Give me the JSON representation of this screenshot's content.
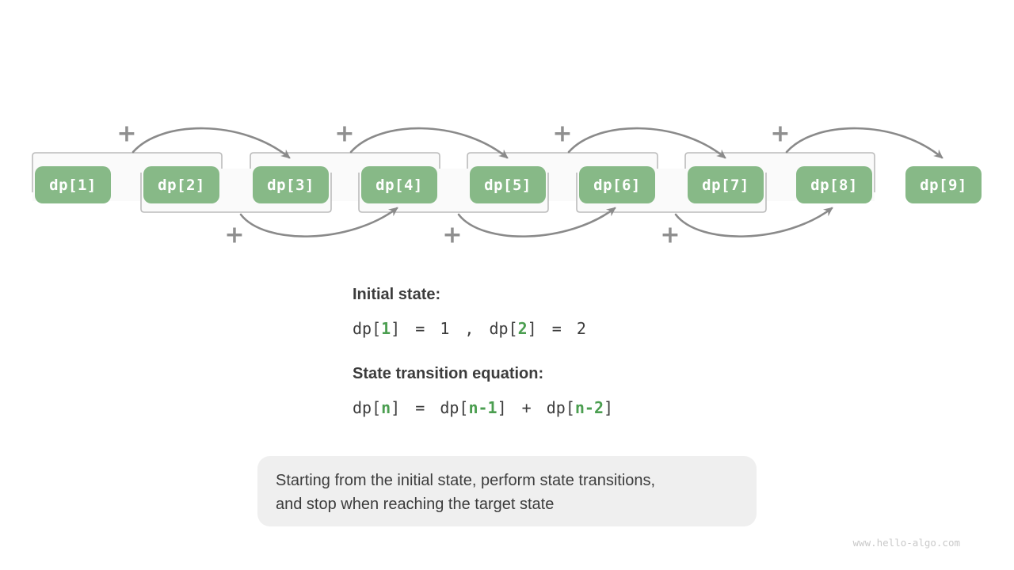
{
  "diagram": {
    "plus_label": "+",
    "boxes": [
      "dp[1]",
      "dp[2]",
      "dp[3]",
      "dp[4]",
      "dp[5]",
      "dp[6]",
      "dp[7]",
      "dp[8]",
      "dp[9]"
    ]
  },
  "equations": {
    "initial_heading": "Initial state:",
    "initial": {
      "p1": "dp[",
      "g1": "1",
      "p2": "] = 1 , dp[",
      "g2": "2",
      "p3": "] = 2"
    },
    "transition_heading": "State transition equation:",
    "transition": {
      "p1": "dp[",
      "g1": "n",
      "p2": "] = dp[",
      "g2": "n-1",
      "p3": "] + dp[",
      "g3": "n-2",
      "p4": "]"
    }
  },
  "note": {
    "line1": "Starting from the initial state, perform state transitions,",
    "line2": "and stop when reaching the target state"
  },
  "watermark": "www.hello-algo.com",
  "colors": {
    "background": "#ffffff",
    "green_box": "#87b987",
    "box_text": "#ffffff",
    "green_text": "#4b9e50",
    "text_dark": "#3c3c3c",
    "arrow": "#8a8a8a",
    "plus": "#8f8f8f",
    "bracket_border": "#bcbcbc",
    "bracket_fill": "#fafafa",
    "note_bg": "#efefef",
    "watermark": "#c9c9c9"
  }
}
